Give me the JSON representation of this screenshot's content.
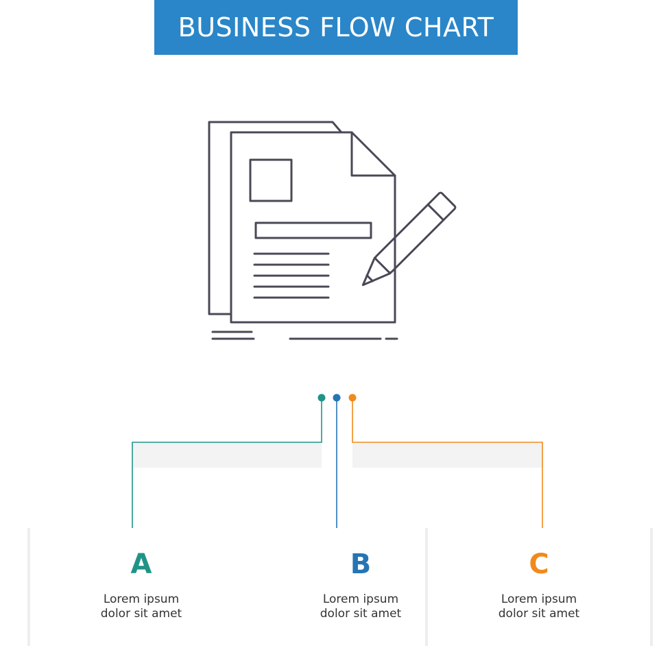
{
  "header": {
    "title": "BUSINESS FLOW CHART"
  },
  "colors": {
    "banner": "#2a86c8",
    "teal": "#1f9486",
    "blue": "#2575b5",
    "orange": "#f08a1c",
    "icon_stroke": "#4a4856"
  },
  "icon": {
    "name": "document-pencil-icon"
  },
  "steps": [
    {
      "letter": "A",
      "line1": "Lorem ipsum",
      "line2": "dolor sit amet",
      "color": "#1f9486"
    },
    {
      "letter": "B",
      "line1": "Lorem ipsum",
      "line2": "dolor sit amet",
      "color": "#2575b5"
    },
    {
      "letter": "C",
      "line1": "Lorem ipsum",
      "line2": "dolor sit amet",
      "color": "#f08a1c"
    }
  ]
}
